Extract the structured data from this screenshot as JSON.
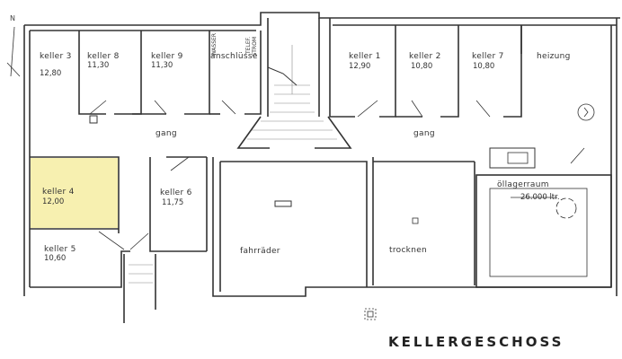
{
  "plan": {
    "title": "KELLERGESCHOSS",
    "north_label": "N",
    "highlight_color": "#f7f0b0",
    "wall_color": "#333333",
    "rooms": [
      {
        "id": "keller-3",
        "name": "keller  3",
        "area": "12,80"
      },
      {
        "id": "keller-8",
        "name": "keller  8",
        "area": "11,30"
      },
      {
        "id": "keller-9",
        "name": "keller  9",
        "area": "11,30"
      },
      {
        "id": "anschluesse",
        "name": "anschlüsse",
        "side_labels": [
          "WASSER",
          "TELEF.",
          "STROM"
        ]
      },
      {
        "id": "keller-1",
        "name": "keller  1",
        "area": "12,90"
      },
      {
        "id": "keller-2",
        "name": "keller  2",
        "area": "10,80"
      },
      {
        "id": "keller-7",
        "name": "keller  7",
        "area": "10,80"
      },
      {
        "id": "heizung",
        "name": "heizung"
      },
      {
        "id": "keller-4",
        "name": "keller  4",
        "area": "12,00",
        "highlighted": true
      },
      {
        "id": "keller-5",
        "name": "keller  5",
        "area": "10,60"
      },
      {
        "id": "keller-6",
        "name": "keller  6",
        "area": "11,75"
      },
      {
        "id": "fahrraeder",
        "name": "fahrräder"
      },
      {
        "id": "trocknen",
        "name": "trocknen"
      },
      {
        "id": "oellagerraum",
        "name": "öllagerraum",
        "tank": "26.000 ltr."
      }
    ],
    "corridors": [
      {
        "id": "gang-west",
        "name": "gang"
      },
      {
        "id": "gang-east",
        "name": "gang"
      }
    ]
  }
}
